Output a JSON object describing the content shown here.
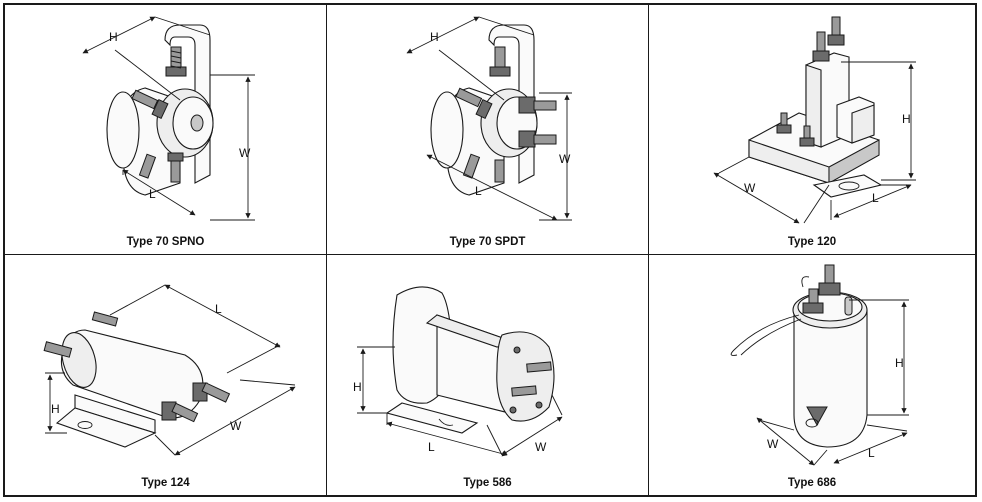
{
  "panels": [
    {
      "caption": "Type 70 SPNO",
      "dims": {
        "h": "H",
        "w": "W",
        "l": "L"
      }
    },
    {
      "caption": "Type 70 SPDT",
      "dims": {
        "h": "H",
        "w": "W",
        "l": "L"
      }
    },
    {
      "caption": "Type 120",
      "dims": {
        "h": "H",
        "w": "W",
        "l": "L"
      }
    },
    {
      "caption": "Type 124",
      "dims": {
        "h": "H",
        "w": "W",
        "l": "L"
      }
    },
    {
      "caption": "Type 586",
      "dims": {
        "h": "H",
        "w": "W",
        "l": "L"
      }
    },
    {
      "caption": "Type 686",
      "dims": {
        "h": "H",
        "w": "W",
        "l": "L"
      }
    }
  ]
}
